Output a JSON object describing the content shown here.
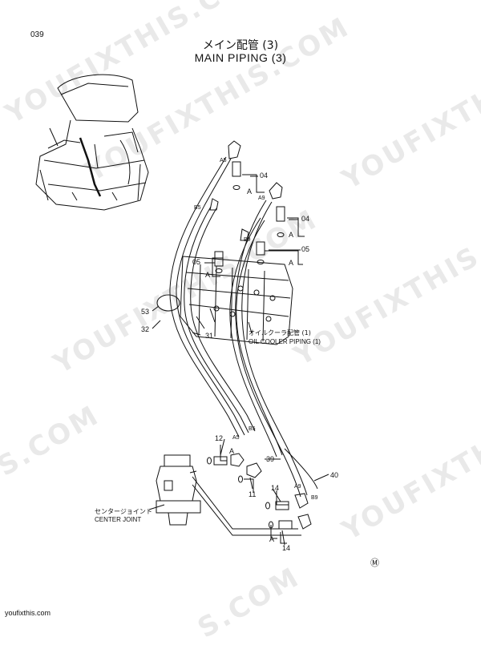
{
  "page_number": "039",
  "title_jp": "メイン配管 (3)",
  "title_en": "MAIN PIPING (3)",
  "callouts": {
    "c04a": "04",
    "c04b": "04",
    "c05a": "05",
    "c05b": "05",
    "c53": "53",
    "c32": "32",
    "c31": "31",
    "c12": "12",
    "c11": "11",
    "c14a": "14",
    "c14b": "14",
    "c39": "39",
    "c40": "40"
  },
  "port_labels": {
    "a5_top": "A5",
    "b5_top": "B5",
    "a9_top": "A9",
    "b9_top": "B9",
    "a5_bot": "A5",
    "b5_bot": "B5",
    "a9_bot": "A9",
    "b9_bot": "B9"
  },
  "view_marks": {
    "a1": "A",
    "a2": "A",
    "a3": "A",
    "a4": "A",
    "a5": "A",
    "a6": "A"
  },
  "oil_cooler_jp": "オイルクーラ配管 (1)",
  "oil_cooler_en": "OIL COOLER PIPING (1)",
  "center_joint_jp": "センタージョイント",
  "center_joint_en": "CENTER JOINT",
  "watermarks": [
    "YOUFIXTHIS.COM",
    "YOUFIXTHIS.COM",
    "YOUFIXTHIS",
    "YOUFIXTHIS.COM",
    "S.COM",
    "YOUFIXTHIS",
    "S.COM",
    "YOUFIXTHIS.COM"
  ],
  "footer": "youfixthis.com",
  "corner_mark": "Ⓜ"
}
